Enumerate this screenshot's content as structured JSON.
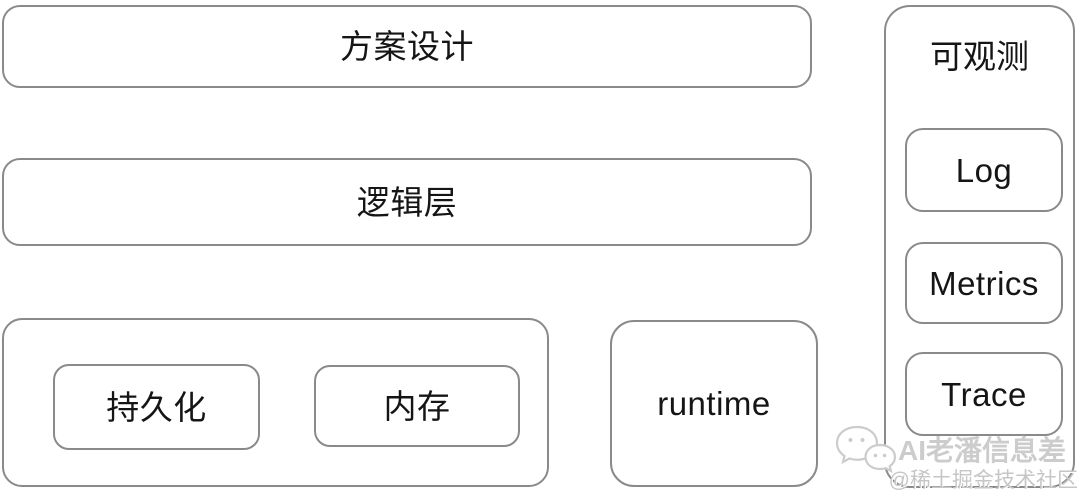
{
  "diagram": {
    "plan": {
      "label": "方案设计"
    },
    "logic": {
      "label": "逻辑层"
    },
    "storage": {
      "children": [
        {
          "label": "持久化"
        },
        {
          "label": "内存"
        }
      ]
    },
    "runtime": {
      "label": "runtime"
    },
    "observability": {
      "title": "可观测",
      "items": [
        {
          "label": "Log"
        },
        {
          "label": "Metrics"
        },
        {
          "label": "Trace"
        }
      ]
    }
  },
  "watermark": {
    "icon": "wechat-icon",
    "line1": "AI老潘信息差",
    "line2": "@稀土掘金技术社区"
  },
  "colors": {
    "background": "#ffffff",
    "border": "#8a8a8a",
    "text": "#151515",
    "watermark": "#cccccc"
  }
}
